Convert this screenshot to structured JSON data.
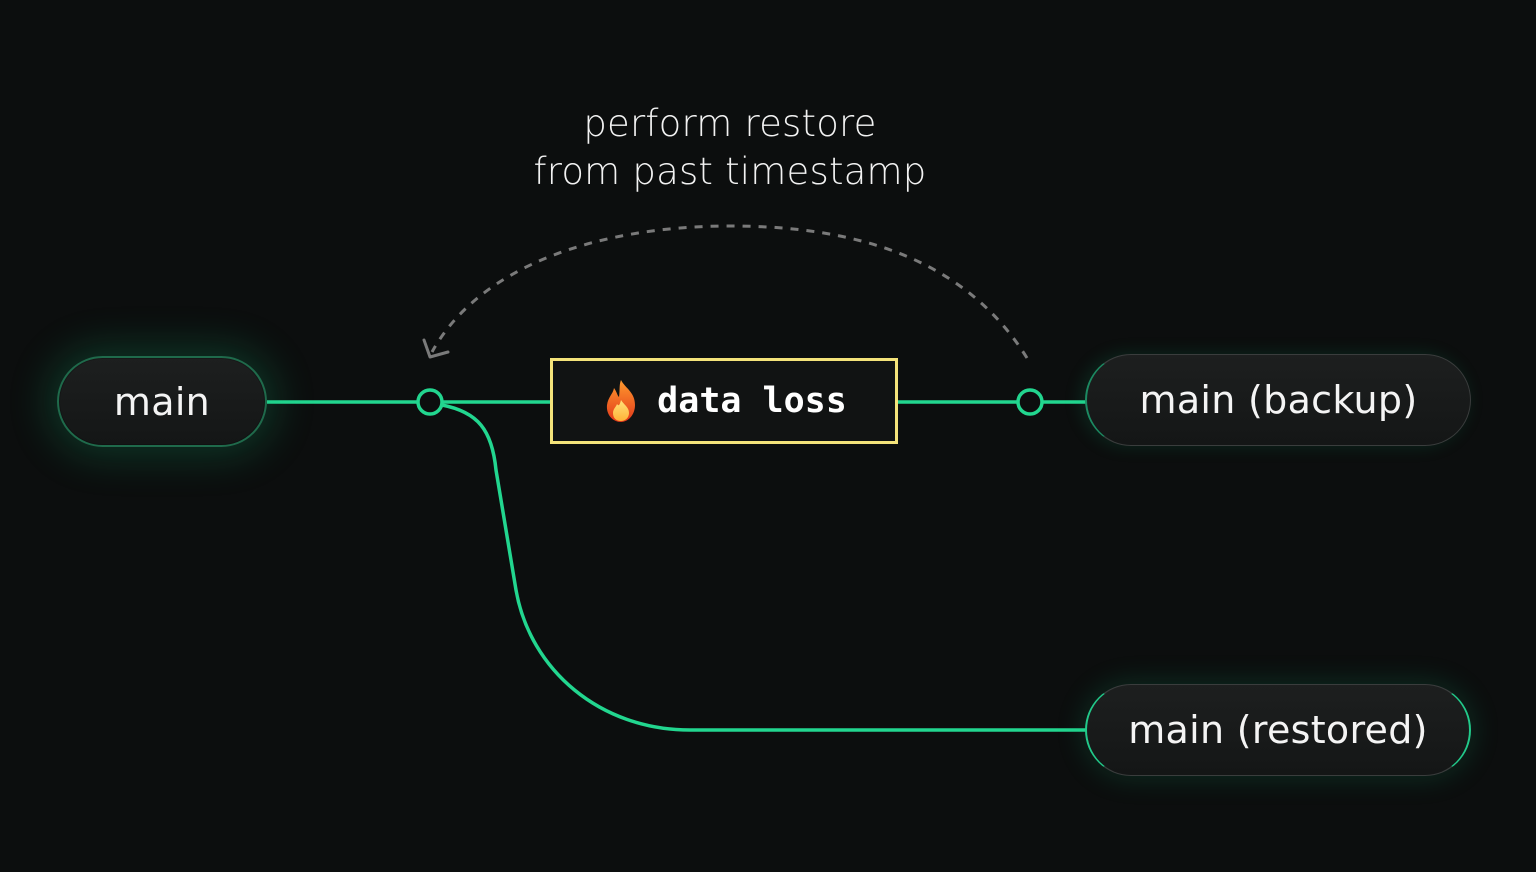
{
  "caption": {
    "line1": "perform restore",
    "line2": "from past timestamp"
  },
  "nodes": {
    "main": "main",
    "backup": "main (backup)",
    "restored": "main (restored)"
  },
  "event": {
    "icon": "fire-icon",
    "label": "data loss"
  },
  "colors": {
    "background": "#0c0e0e",
    "line": "#22d68f",
    "event_border": "#f4e37a",
    "dashed_arrow": "#7a7a7a"
  }
}
